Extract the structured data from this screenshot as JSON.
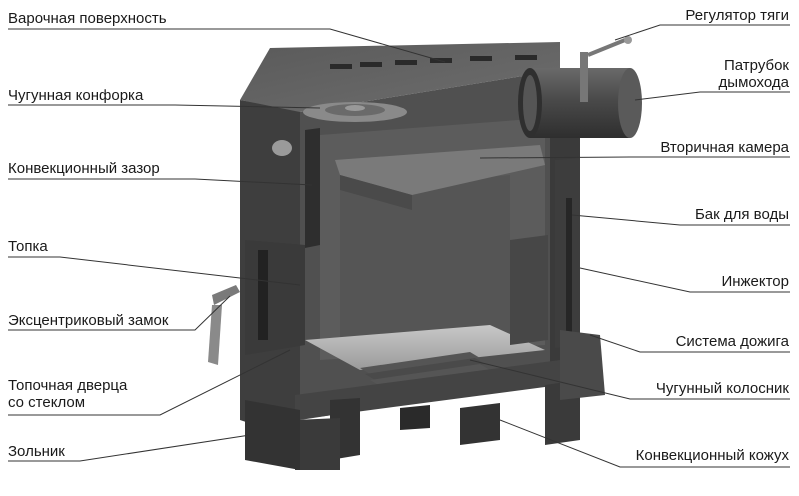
{
  "diagram": {
    "left_labels": [
      {
        "id": "cooking-surface",
        "text": "Варочная поверхность"
      },
      {
        "id": "cast-iron-burner",
        "text": "Чугунная конфорка"
      },
      {
        "id": "convection-gap",
        "text": "Конвекционный зазор"
      },
      {
        "id": "firebox",
        "text": "Топка"
      },
      {
        "id": "eccentric-lock",
        "text": "Эксцентриковый замок"
      },
      {
        "id": "firebox-door",
        "text": "Топочная дверца\nсо стеклом"
      },
      {
        "id": "ash-pan",
        "text": "Зольник"
      }
    ],
    "right_labels": [
      {
        "id": "draft-regulator",
        "text": "Регулятор тяги"
      },
      {
        "id": "chimney-pipe",
        "text": "Патрубок\nдымохода"
      },
      {
        "id": "secondary-chamber",
        "text": "Вторичная камера"
      },
      {
        "id": "water-tank",
        "text": "Бак для воды"
      },
      {
        "id": "injector",
        "text": "Инжектор"
      },
      {
        "id": "afterburning-system",
        "text": "Система дожига"
      },
      {
        "id": "cast-iron-grate",
        "text": "Чугунный колосник"
      },
      {
        "id": "convection-casing",
        "text": "Конвекционный кожух"
      }
    ],
    "colors": {
      "body": "#4a4a4a",
      "body_dark": "#333333",
      "body_light": "#6a6a6a",
      "interior": "#5e5e5e",
      "leader_line": "#333333",
      "highlight": "#b5b5b5"
    }
  }
}
